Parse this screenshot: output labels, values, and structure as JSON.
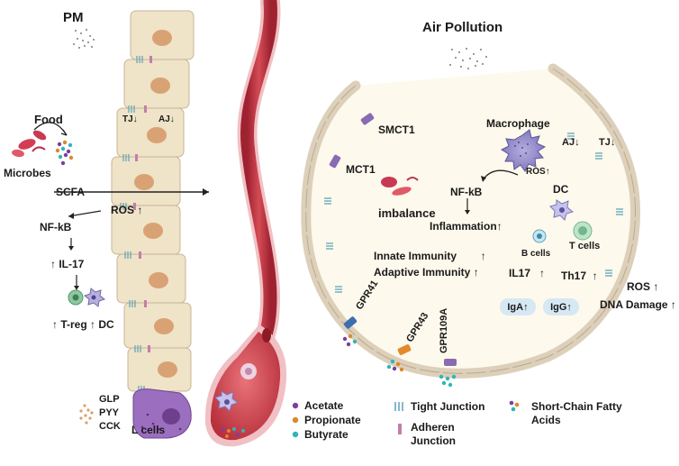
{
  "left": {
    "pm_label": "PM",
    "food_label": "Food",
    "microbes_label": "Microbes",
    "scfa_label": "SCFA",
    "tj_label": "TJ",
    "aj_label": "AJ",
    "ros_label": "ROS",
    "nfkb_label": "NF-kB",
    "il17_label": "IL-17",
    "treg_label": "T-reg",
    "dc_label": "DC",
    "hormones": [
      "GLP",
      "PYY",
      "CCK"
    ],
    "lcells_label": "L cells"
  },
  "right": {
    "title": "Air Pollution",
    "smct1": "SMCT1",
    "mct1": "MCT1",
    "macrophage": "Macrophage",
    "ros": "ROS",
    "aj": "AJ",
    "tj": "TJ",
    "nfkb": "NF-kB",
    "dc": "DC",
    "imbalance": "imbalance",
    "inflammation": "Inflammation",
    "b_cells": "B cells",
    "t_cells": "T cells",
    "innate": "Innate Immunity",
    "adaptive": "Adaptive  Immunity",
    "il17": "IL17",
    "th17": "Th17",
    "ros2": "ROS",
    "dna_damage": "DNA Damage",
    "iga": "IgA",
    "igg": "IgG",
    "gpr41": "GPR41",
    "gpr43": "GPR43",
    "gpr109a": "GPR109A"
  },
  "legend": {
    "acetate": "Acetate",
    "propionate": "Propionate",
    "butyrate": "Butyrate",
    "tight": "Tight Junction",
    "adheren_1": "Adheren",
    "adheren_2": "Junction",
    "scfa_1": "Short-Chain Fatty",
    "scfa_2": "Acids"
  },
  "colors": {
    "epithelium": "#efe3c8",
    "nucleus": "#d9a275",
    "vessel": "#c8414a",
    "alveolus_fill": "#fdf9ec",
    "alveolus_wall": "#ddd0ba",
    "acetate": "#7b3fa0",
    "propionate": "#d8892a",
    "butyrate": "#2fb5b9",
    "tight_junction": "#5aa3b8",
    "receptor_purple": "#8a6bb1",
    "receptor_orange": "#e48a2c",
    "receptor_blue": "#3b6fb0",
    "macrophage": "#8e88c8",
    "tcell": "#8fc8a0",
    "pill": "#d7e8f5"
  }
}
